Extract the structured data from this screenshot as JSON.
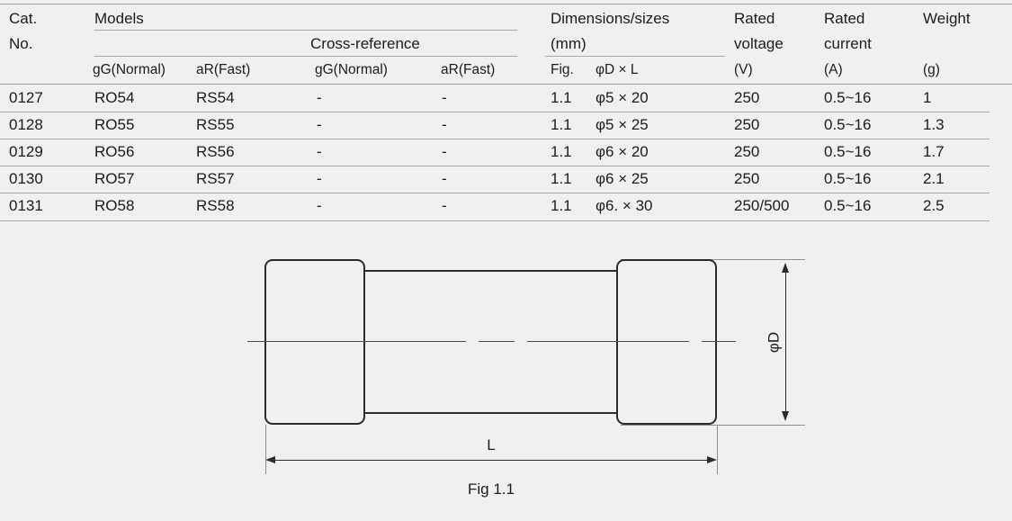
{
  "table": {
    "headers": {
      "cat_no_line1": "Cat.",
      "cat_no_line2": "No.",
      "models": "Models",
      "cross_reference": "Cross-reference",
      "dimensions_line1": "Dimensions/sizes",
      "dimensions_line2": "(mm)",
      "rated_voltage_line1": "Rated",
      "rated_voltage_line2": "voltage",
      "rated_voltage_unit": "(V)",
      "rated_current_line1": "Rated",
      "rated_current_line2": "current",
      "rated_current_unit": "(A)",
      "weight": "Weight",
      "weight_unit": "(g)"
    },
    "subheaders": {
      "models_gg": "gG(Normal)",
      "models_ar": "aR(Fast)",
      "xref_gg": "gG(Normal)",
      "xref_ar": "aR(Fast)",
      "fig": "Fig.",
      "dia_by_len": "φD × L"
    },
    "rows": [
      {
        "cat_no": "0127",
        "models_gg": "RO54",
        "models_ar": "RS54",
        "xref_gg": "-",
        "xref_ar": "-",
        "fig": "1.1",
        "dia_by_len": "φ5 × 20",
        "rated_voltage": "250",
        "rated_current": "0.5~16",
        "weight": "1"
      },
      {
        "cat_no": "0128",
        "models_gg": "RO55",
        "models_ar": "RS55",
        "xref_gg": "-",
        "xref_ar": "-",
        "fig": "1.1",
        "dia_by_len": "φ5 × 25",
        "rated_voltage": "250",
        "rated_current": "0.5~16",
        "weight": "1.3"
      },
      {
        "cat_no": "0129",
        "models_gg": "RO56",
        "models_ar": "RS56",
        "xref_gg": "-",
        "xref_ar": "-",
        "fig": "1.1",
        "dia_by_len": "φ6 × 20",
        "rated_voltage": "250",
        "rated_current": "0.5~16",
        "weight": "1.7"
      },
      {
        "cat_no": "0130",
        "models_gg": "RO57",
        "models_ar": "RS57",
        "xref_gg": "-",
        "xref_ar": "-",
        "fig": "1.1",
        "dia_by_len": "φ6 × 25",
        "rated_voltage": "250",
        "rated_current": "0.5~16",
        "weight": "2.1"
      },
      {
        "cat_no": "0131",
        "models_gg": "RO58",
        "models_ar": "RS58",
        "xref_gg": "-",
        "xref_ar": "-",
        "fig": "1.1",
        "dia_by_len": "φ6. × 30",
        "rated_voltage": "250/500",
        "rated_current": "0.5~16",
        "weight": "2.5"
      }
    ]
  },
  "figure": {
    "caption": "Fig 1.1",
    "diameter_label": "φD",
    "length_label": "L"
  }
}
